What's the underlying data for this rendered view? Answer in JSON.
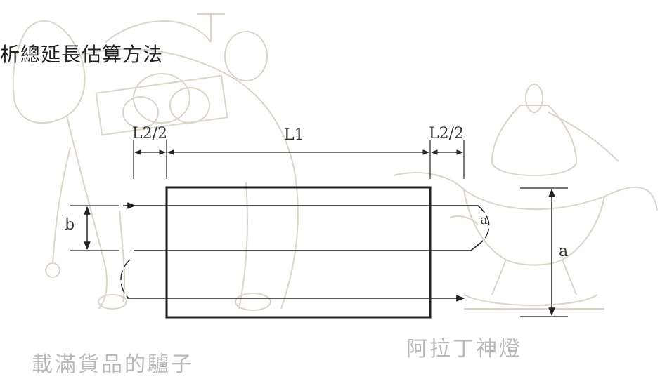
{
  "title": "析總延長估算方法",
  "labels": {
    "l2_half_left": "L2/2",
    "l1": "L1",
    "l2_half_right": "L2/2",
    "b": "b",
    "a": "a",
    "lamp_mark": "a"
  },
  "watermarks": {
    "donkey": "載滿貨品的驢子",
    "lamp": "阿拉丁神燈"
  },
  "colors": {
    "line": "#222222",
    "sketch": "#c8c0b2",
    "watermark": "#b9b9b9"
  }
}
